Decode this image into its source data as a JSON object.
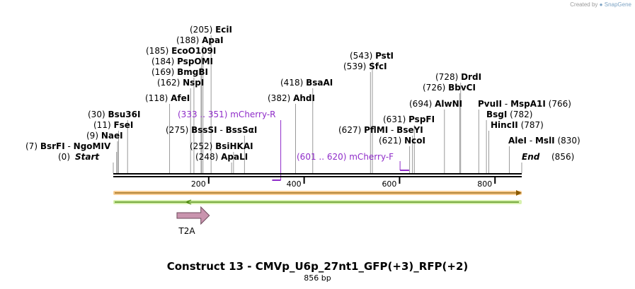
{
  "credit": {
    "prefix": "Created by",
    "brand": "SnapGene"
  },
  "title": "Construct 13 - CMVp_U6p_27nt1_GFP(+3)_RFP(+2)",
  "length_label": "856 bp",
  "sequence_length": 856,
  "start_label": "Start",
  "start_pos_label": "(0)",
  "end_label": "End",
  "end_pos_label": "(856)",
  "ticks": [
    {
      "value": 200,
      "label": "200"
    },
    {
      "value": 400,
      "label": "400"
    },
    {
      "value": 600,
      "label": "600"
    },
    {
      "value": 800,
      "label": "800"
    }
  ],
  "enzymes": [
    {
      "id": "ecii",
      "pos": 205,
      "pos_label": "(205)",
      "name": "EciI"
    },
    {
      "id": "apai",
      "pos": 188,
      "pos_label": "(188)",
      "name": "ApaI"
    },
    {
      "id": "ecoo109i",
      "pos": 185,
      "pos_label": "(185)",
      "name": "EcoO109I"
    },
    {
      "id": "pspomi",
      "pos": 184,
      "pos_label": "(184)",
      "name": "PspOMI"
    },
    {
      "id": "bmgbi",
      "pos": 169,
      "pos_label": "(169)",
      "name": "BmgBI"
    },
    {
      "id": "nspi",
      "pos": 162,
      "pos_label": "(162)",
      "name": "NspI"
    },
    {
      "id": "afei",
      "pos": 118,
      "pos_label": "(118)",
      "name": "AfeI"
    },
    {
      "id": "bsu36i",
      "pos": 30,
      "pos_label": "(30)",
      "name": "Bsu36I"
    },
    {
      "id": "fsei",
      "pos": 11,
      "pos_label": "(11)",
      "name": "FseI"
    },
    {
      "id": "naei",
      "pos": 9,
      "pos_label": "(9)",
      "name": "NaeI"
    },
    {
      "id": "bsrfi",
      "pos": 7,
      "pos_label": "(7)",
      "name": "BsrFI",
      "name2": "NgoMIV"
    },
    {
      "id": "bsssi",
      "pos": 275,
      "pos_label": "(275)",
      "name": "BssSI",
      "name2": "BssSαI"
    },
    {
      "id": "bsihkai",
      "pos": 252,
      "pos_label": "(252)",
      "name": "BsiHKAI"
    },
    {
      "id": "apali",
      "pos": 248,
      "pos_label": "(248)",
      "name": "ApaLI"
    },
    {
      "id": "bsaai",
      "pos": 418,
      "pos_label": "(418)",
      "name": "BsaAI"
    },
    {
      "id": "ahdi",
      "pos": 382,
      "pos_label": "(382)",
      "name": "AhdI"
    },
    {
      "id": "psti",
      "pos": 543,
      "pos_label": "(543)",
      "name": "PstI"
    },
    {
      "id": "sfci",
      "pos": 539,
      "pos_label": "(539)",
      "name": "SfcI"
    },
    {
      "id": "pspfi",
      "pos": 631,
      "pos_label": "(631)",
      "name": "PspFI"
    },
    {
      "id": "pflmi",
      "pos": 627,
      "pos_label": "(627)",
      "name": "PflMI",
      "name2": "BseYI"
    },
    {
      "id": "ncoi",
      "pos": 621,
      "pos_label": "(621)",
      "name": "NcoI"
    },
    {
      "id": "drdi",
      "pos": 728,
      "pos_label": "(728)",
      "name": "DrdI"
    },
    {
      "id": "bbvci",
      "pos": 726,
      "pos_label": "(726)",
      "name": "BbvCI"
    },
    {
      "id": "alwni",
      "pos": 694,
      "pos_label": "(694)",
      "name": "AlwNI"
    },
    {
      "id": "pvuii",
      "pos": 766,
      "pos_label": "(766)",
      "name": "PvuII",
      "name2": "MspA1I",
      "pos_after": true
    },
    {
      "id": "bsgi",
      "pos": 782,
      "pos_label": "(782)",
      "name": "BsgI",
      "pos_after": true
    },
    {
      "id": "hincii",
      "pos": 787,
      "pos_label": "(787)",
      "name": "HincII",
      "pos_after": true
    },
    {
      "id": "alei",
      "pos": 830,
      "pos_label": "(830)",
      "name": "AleI",
      "name2": "MslI",
      "pos_after": true
    }
  ],
  "primers": [
    {
      "id": "mcherry-r",
      "range_label": "(333 .. 351)",
      "name": "mCherry-R",
      "start": 333,
      "end": 351,
      "direction": "reverse"
    },
    {
      "id": "mcherry-f",
      "range_label": "(601 .. 620)",
      "name": "mCherry-F",
      "start": 601,
      "end": 620,
      "direction": "forward"
    }
  ],
  "features": [
    {
      "id": "t2a",
      "name": "T2A",
      "start": 135,
      "end": 188,
      "direction": "forward",
      "color": "#c994ae"
    }
  ],
  "strand_bars": [
    {
      "id": "forward-strand-bar",
      "direction": "forward",
      "fill": "#f5a742",
      "edge": "#8a5a00"
    },
    {
      "id": "reverse-strand-bar",
      "direction": "reverse",
      "fill": "#b6e56c",
      "edge": "#3f7f00"
    }
  ],
  "colors": {
    "primer": "#8f2cc9",
    "site_line": "#999999",
    "backbone": "#000000"
  }
}
